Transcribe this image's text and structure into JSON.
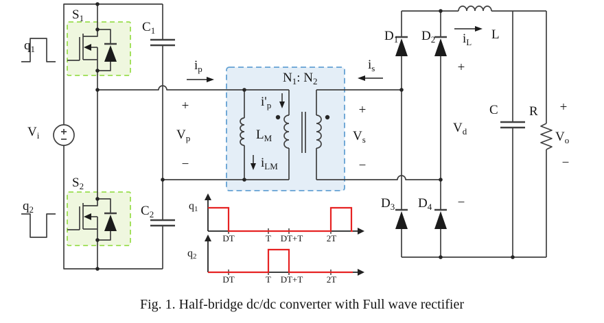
{
  "figure": {
    "caption": "Fig. 1. Half-bridge dc/dc converter with Full wave rectifier"
  },
  "labels": {
    "vi": {
      "base": "V",
      "sub": "i"
    },
    "s1": {
      "base": "S",
      "sub": "1"
    },
    "s2": {
      "base": "S",
      "sub": "2"
    },
    "q1": {
      "base": "q",
      "sub": "1"
    },
    "q2": {
      "base": "q",
      "sub": "2"
    },
    "c1": {
      "base": "C",
      "sub": "1"
    },
    "c2": {
      "base": "C",
      "sub": "2"
    },
    "vp": {
      "base": "V",
      "sub": "p"
    },
    "vs": {
      "base": "V",
      "sub": "s"
    },
    "vd": {
      "base": "V",
      "sub": "d"
    },
    "vo": {
      "base": "V",
      "sub": "o"
    },
    "ip": {
      "base": "i",
      "sub": "p"
    },
    "ip_reflected": {
      "base": "i'",
      "sub": "p"
    },
    "is": {
      "base": "i",
      "sub": "s"
    },
    "il": {
      "base": "i",
      "sub": "L"
    },
    "ilm": {
      "base": "i",
      "sub": "LM"
    },
    "lm": {
      "base": "L",
      "sub": "M"
    },
    "d1": {
      "base": "D",
      "sub": "1"
    },
    "d2": {
      "base": "D",
      "sub": "2"
    },
    "d3": {
      "base": "D",
      "sub": "3"
    },
    "d4": {
      "base": "D",
      "sub": "4"
    },
    "l": "L",
    "c": "C",
    "r": "R",
    "turns": {
      "n1": "N",
      "n1_sub": "1",
      "sep": ": N",
      "n2_sub": "2"
    },
    "plus": "+",
    "minus": "−"
  },
  "timing": {
    "ticks": [
      "DT",
      "T",
      "DT+T",
      "2T"
    ],
    "q1_high_intervals": [
      "0–DT",
      "2T–2T+DT"
    ],
    "q2_high_intervals": [
      "T–DT+T"
    ]
  },
  "colors": {
    "wire": "#3f3f3f",
    "waveform": "#e62222",
    "switch_box_fill": "#eff7df",
    "switch_box_border": "#9ade4e",
    "transformer_box_fill": "#e4eef7",
    "transformer_box_border": "#63a1d3"
  }
}
